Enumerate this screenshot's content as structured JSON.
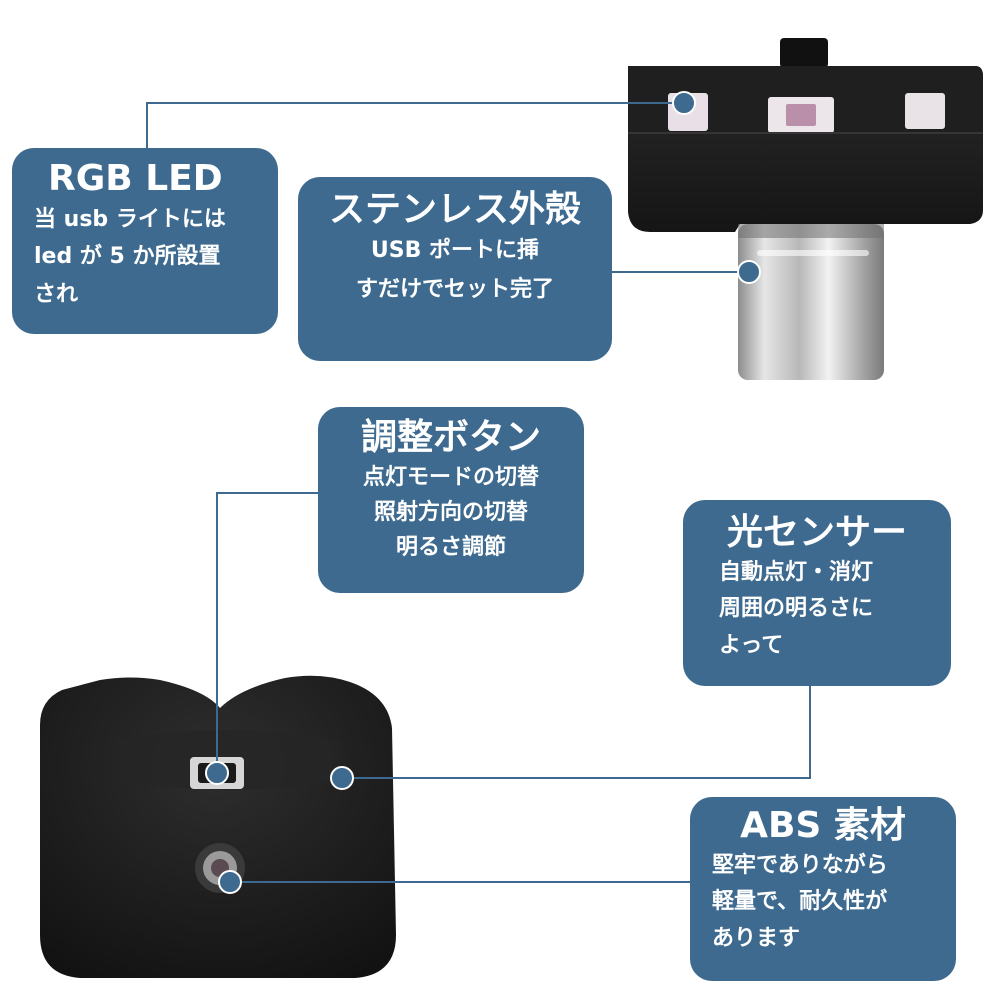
{
  "colors": {
    "accent": "#3d6a8e",
    "product_body": "#1c1c1c",
    "connector_metal": "#c9c9c9"
  },
  "callouts": {
    "rgb_led": {
      "title": "RGB LED",
      "lines": [
        "当 usb ライトには",
        "led が 5 か所設置",
        "され"
      ]
    },
    "stainless_shell": {
      "title": "ステンレス外殻",
      "lines": [
        "USB ポートに挿",
        "すだけでセット完了"
      ]
    },
    "adjust_button": {
      "title": "調整ボタン",
      "lines": [
        "点灯モードの切替",
        "照射方向の切替",
        "明るさ調節"
      ]
    },
    "light_sensor": {
      "title": "光センサー",
      "lines": [
        "自動点灯・消灯",
        "周囲の明るさに",
        "よって"
      ]
    },
    "abs_material": {
      "title": "ABS 素材",
      "lines": [
        "堅牢でありながら",
        "軽量で、耐久性が",
        "あります"
      ]
    }
  },
  "images": {
    "top_view": "usb-c-light-top-view",
    "bottom_view": "usb-c-light-bottom-view"
  }
}
